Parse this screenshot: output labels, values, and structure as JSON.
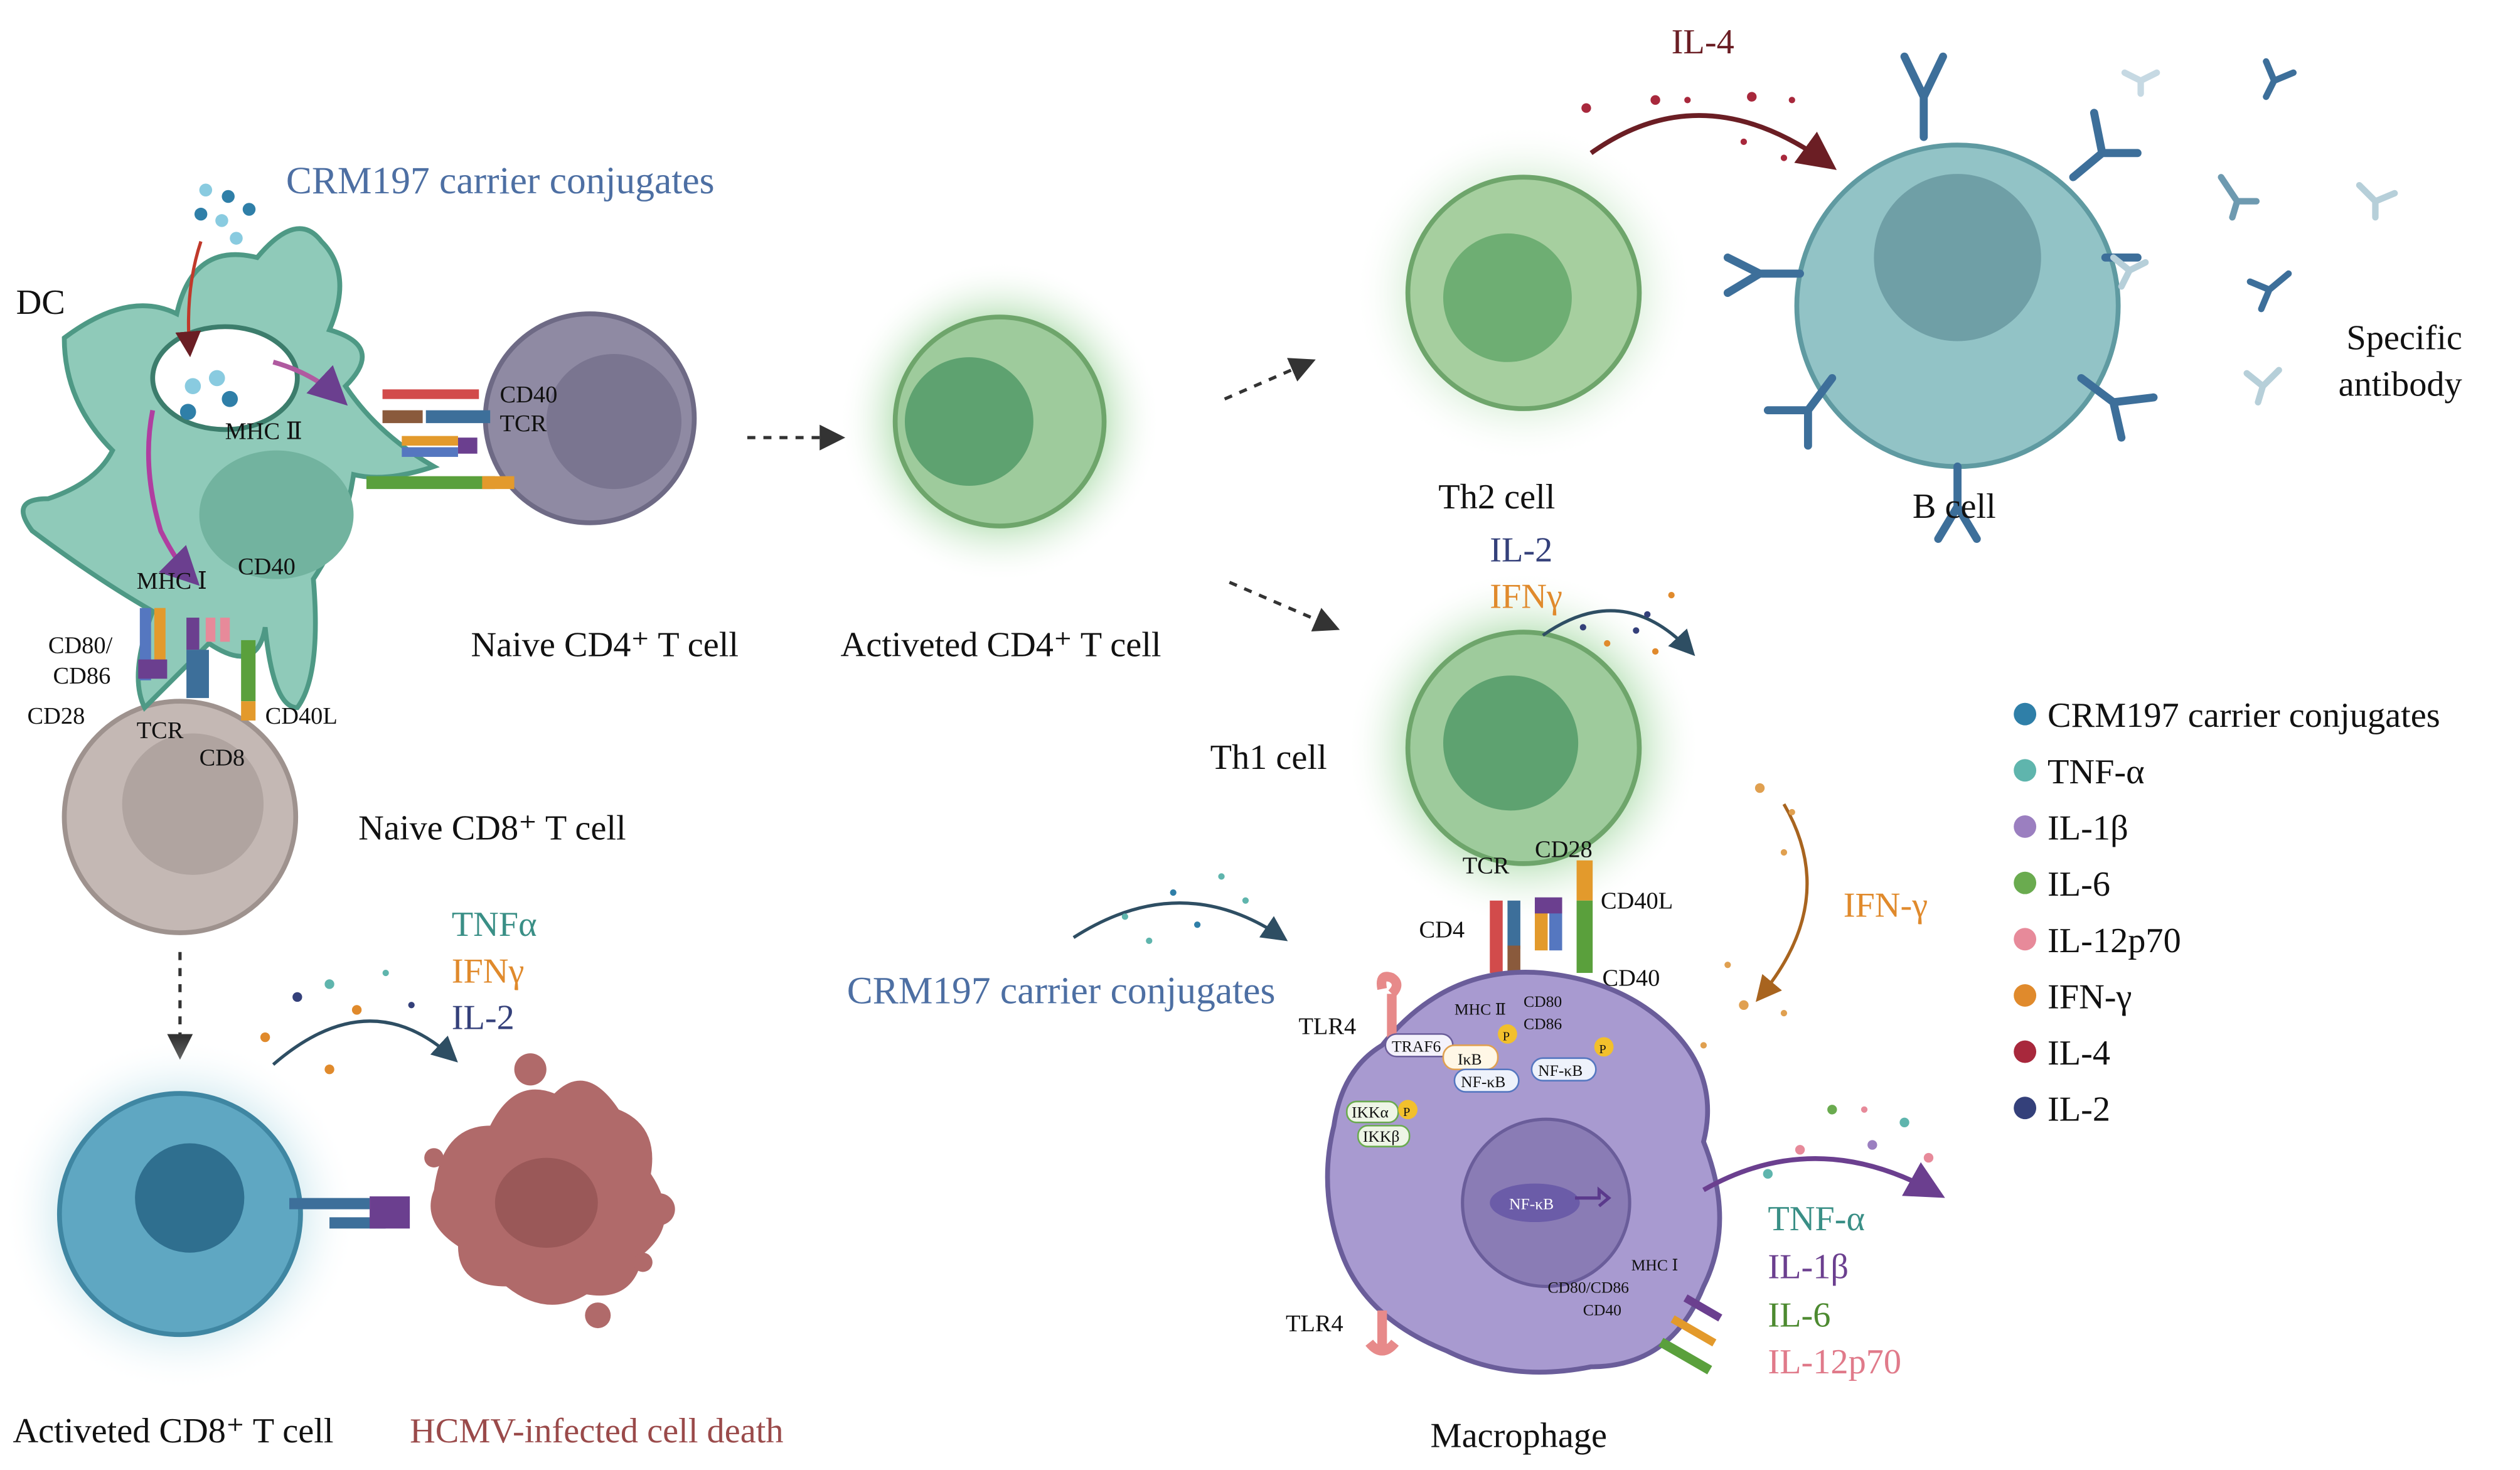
{
  "colors": {
    "crm197": "#2f7fa8",
    "tnf_alpha": "#5fb5ad",
    "il_1beta": "#9b7fc0",
    "il_6": "#6aab4f",
    "il_12p70": "#e78a9a",
    "ifn_gamma": "#e08a2c",
    "il_4": "#a8283c",
    "il_2": "#34407a",
    "dc": "#8fcab9",
    "macrophage": "#a89ad0",
    "b_cell": "#92c3c6"
  },
  "dc": {
    "title": "DC",
    "conjugates_label": "CRM197 carrier conjugates",
    "mhc2": "MHC Ⅱ",
    "mhc1": "MHC Ⅰ",
    "cd40_top": "CD40",
    "tcr_top": "TCR",
    "cd40": "CD40",
    "cd80_cd86_a": "CD80/",
    "cd80_cd86_b": "CD86",
    "cd28": "CD28",
    "tcr": "TCR",
    "cd8": "CD8",
    "cd40l": "CD40L"
  },
  "cells": {
    "naive_cd4": "Naive CD4⁺ T cell",
    "activated_cd4": "Activeted CD4⁺ T cell",
    "naive_cd8": "Naive CD8⁺ T cell",
    "activated_cd8": "Activeted CD8⁺ T cell",
    "hcmv": "HCMV-infected cell death",
    "th2": "Th2 cell",
    "th1": "Th1 cell",
    "b_cell": "B cell",
    "antibody_a": "Specific",
    "antibody_b": "antibody",
    "macrophage": "Macrophage"
  },
  "cytokines": {
    "il4": "IL-4",
    "th1_il2": "IL-2",
    "th1_ifng": "IFNγ",
    "cd8_tnfa": "TNFα",
    "cd8_ifng": "IFNγ",
    "cd8_il2": "IL-2",
    "ifn_gamma": "IFN-γ",
    "mac_tnfa": "TNF-α",
    "mac_il1b": "IL-1β",
    "mac_il6": "IL-6",
    "mac_il12": "IL-12p70"
  },
  "macrophage": {
    "conjugates_label": "CRM197 carrier conjugates",
    "tcr": "TCR",
    "cd28": "CD28",
    "cd4": "CD4",
    "cd40l": "CD40L",
    "cd40": "CD40",
    "tlr4_top": "TLR4",
    "tlr4_bottom": "TLR4",
    "mhc2": "MHC Ⅱ",
    "cd80": "CD80",
    "cd86": "CD86",
    "traf6": "TRAF6",
    "ikb": "IκB",
    "nfkb_1": "NF-κB",
    "nfkb_2": "NF-κB",
    "nfkb_nucleus": "NF-κB",
    "ikka": "IKKα",
    "ikkb": "IKKβ",
    "p": "P",
    "mhc1": "MHC Ⅰ",
    "cd80_cd86": "CD80/CD86",
    "cd40_bottom": "CD40"
  },
  "legend": {
    "items": [
      {
        "label": "CRM197 carrier conjugates",
        "color": "#2f7fa8"
      },
      {
        "label": "TNF-α",
        "color": "#5fb5ad"
      },
      {
        "label": "IL-1β",
        "color": "#9b7fc0"
      },
      {
        "label": "IL-6",
        "color": "#6aab4f"
      },
      {
        "label": "IL-12p70",
        "color": "#e78a9a"
      },
      {
        "label": "IFN-γ",
        "color": "#e08a2c"
      },
      {
        "label": "IL-4",
        "color": "#a8283c"
      },
      {
        "label": "IL-2",
        "color": "#34407a"
      }
    ]
  }
}
